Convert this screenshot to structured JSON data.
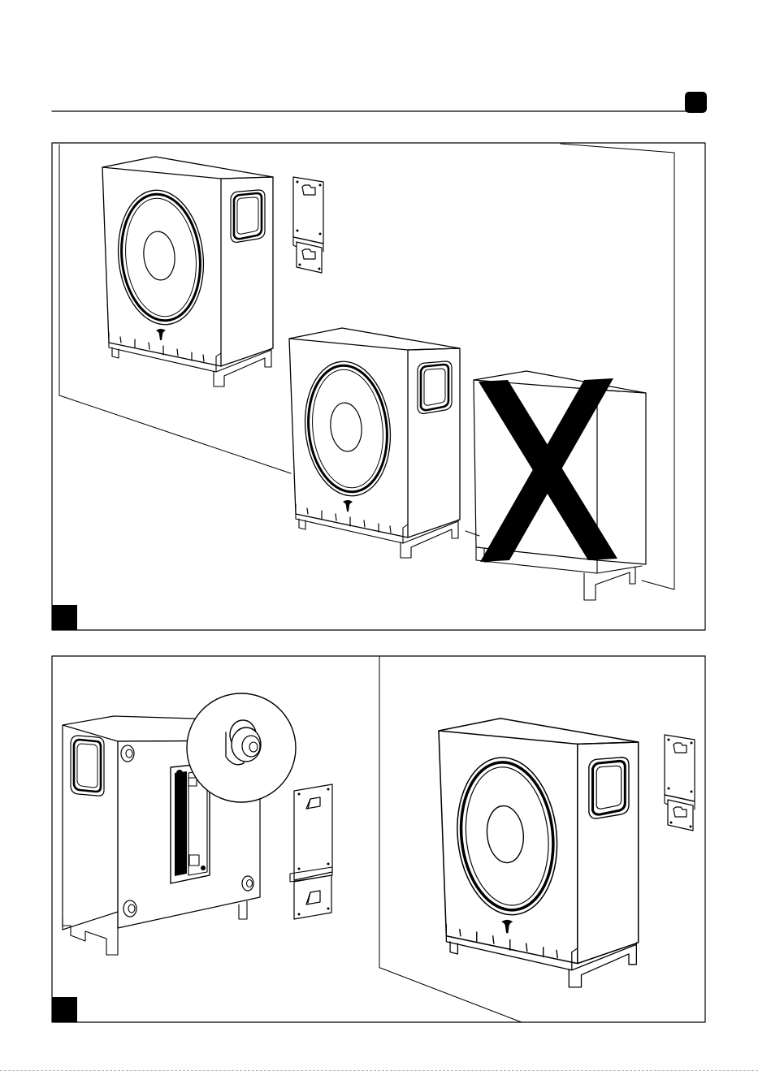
{
  "page": {
    "header_tab_color": "#000000",
    "background": "#ffffff",
    "line_color": "#000000"
  },
  "figures": [
    {
      "id": "figure-1",
      "panels": [
        "wall-scene"
      ],
      "content": [
        "subwoofer-front-view",
        "wall-bracket",
        "subwoofer-on-wall-correct",
        "subwoofer-on-wall-incorrect",
        "cross-mark"
      ]
    },
    {
      "id": "figure-2",
      "panels": [
        "rear-view-with-zoom",
        "wall-mounted-front-view"
      ],
      "content": [
        "subwoofer-rear-view",
        "bumper-zoom-circle",
        "wall-bracket",
        "subwoofer-front-view",
        "wall-bracket"
      ]
    }
  ],
  "icons": [
    "focal-logo-icon",
    "hook-slot-icon",
    "bumper-foot-icon",
    "cross-mark-icon"
  ]
}
